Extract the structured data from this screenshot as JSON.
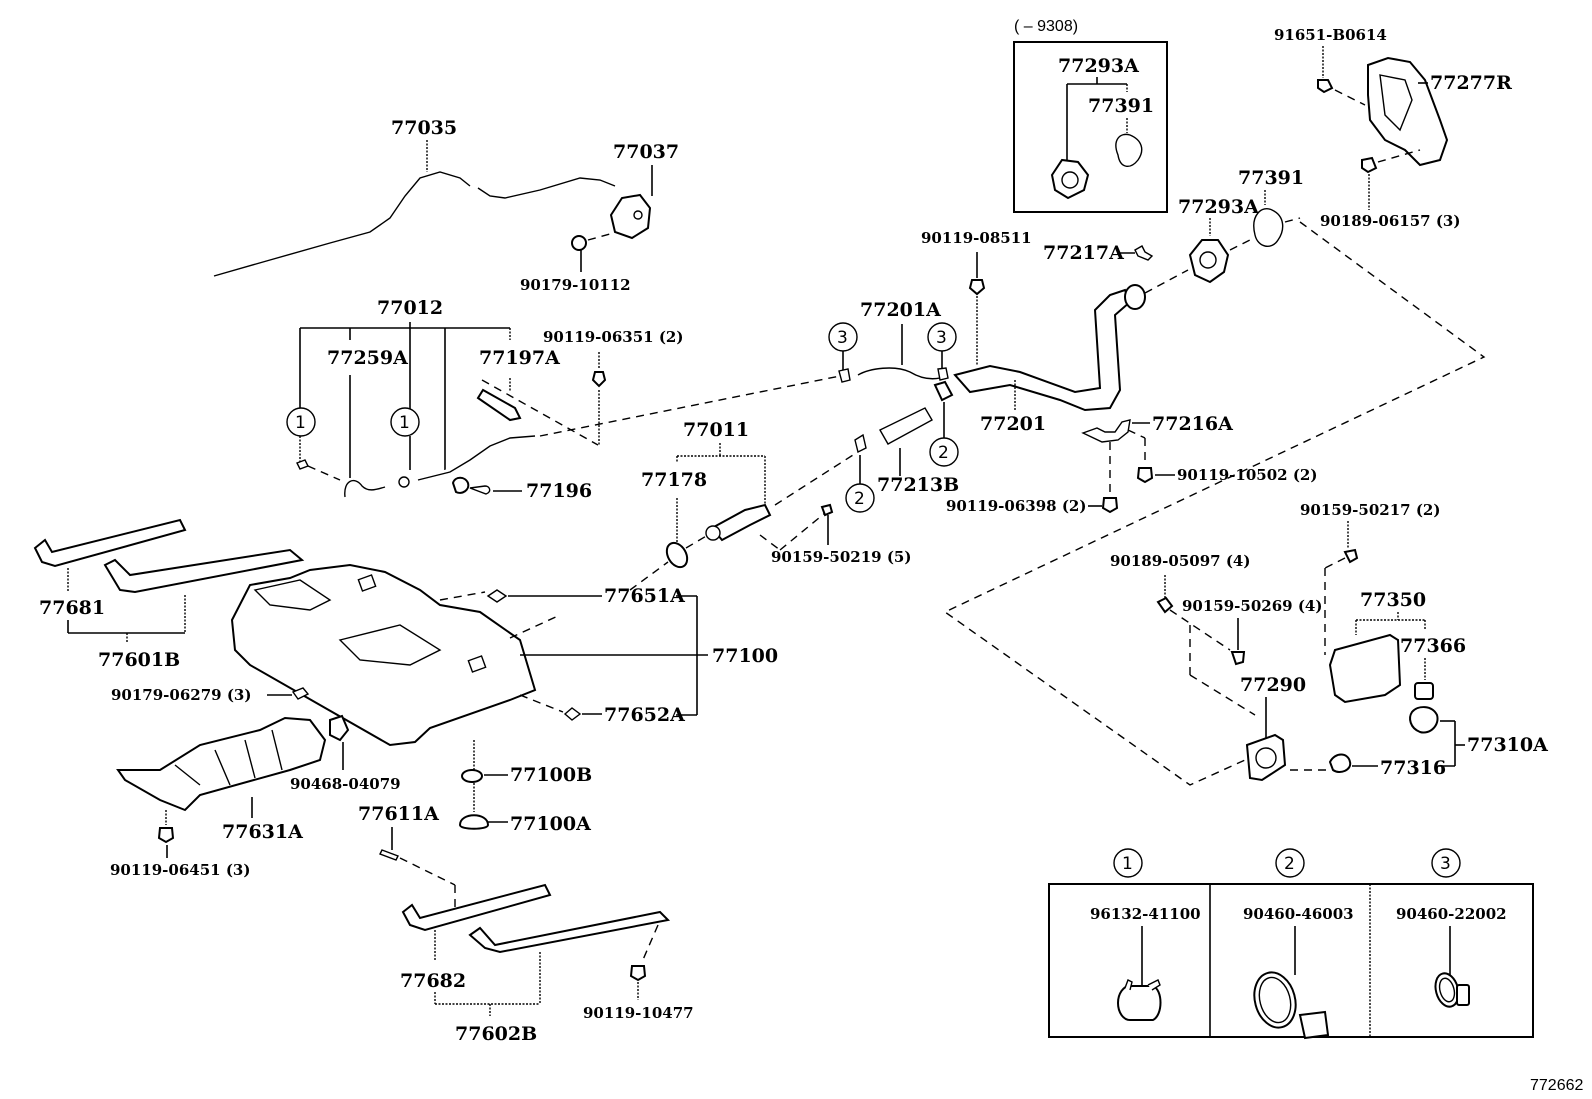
{
  "diagram": {
    "reference_number": "772662",
    "variant_box_note": "(      – 9308)",
    "parts": {
      "p77035": "77035",
      "p77037": "77037",
      "p90179_10112": "90179-10112",
      "p77012": "77012",
      "p77259A": "77259A",
      "p77197A": "77197A",
      "p90119_06351": "90119-06351 (2)",
      "p77196": "77196",
      "p77011": "77011",
      "p77178": "77178",
      "p90159_50219": "90159-50219 (5)",
      "p77201A": "77201A",
      "p77201": "77201",
      "p77213B": "77213B",
      "p90119_08511": "90119-08511",
      "p77217A": "77217A",
      "p77293A": "77293A",
      "p77391": "77391",
      "p77293A_box": "77293A",
      "p77391_box": "77391",
      "p91651_B0614": "91651-B0614",
      "p77277R": "77277R",
      "p90189_06157": "90189-06157 (3)",
      "p77216A": "77216A",
      "p90119_10502": "90119-10502 (2)",
      "p90119_06398": "90119-06398 (2)",
      "p90159_50217": "90159-50217 (2)",
      "p90189_05097": "90189-05097 (4)",
      "p90159_50269": "90159-50269 (4)",
      "p77350": "77350",
      "p77366": "77366",
      "p77290": "77290",
      "p77310A": "77310A",
      "p77316": "77316",
      "p77681": "77681",
      "p77601B": "77601B",
      "p77651A": "77651A",
      "p77100": "77100",
      "p77652A": "77652A",
      "p90179_06279": "90179-06279 (3)",
      "p90468_04079": "90468-04079",
      "p77631A": "77631A",
      "p90119_06451": "90119-06451 (3)",
      "p77100B": "77100B",
      "p77100A": "77100A",
      "p77611A": "77611A",
      "p77682": "77682",
      "p77602B": "77602B",
      "p90119_10477": "90119-10477"
    },
    "callouts": {
      "c1": "1",
      "c2": "2",
      "c3": "3"
    },
    "clamp_legend": [
      {
        "callout": "1",
        "part_number": "96132-41100"
      },
      {
        "callout": "2",
        "part_number": "90460-46003"
      },
      {
        "callout": "3",
        "part_number": "90460-22002"
      }
    ]
  }
}
